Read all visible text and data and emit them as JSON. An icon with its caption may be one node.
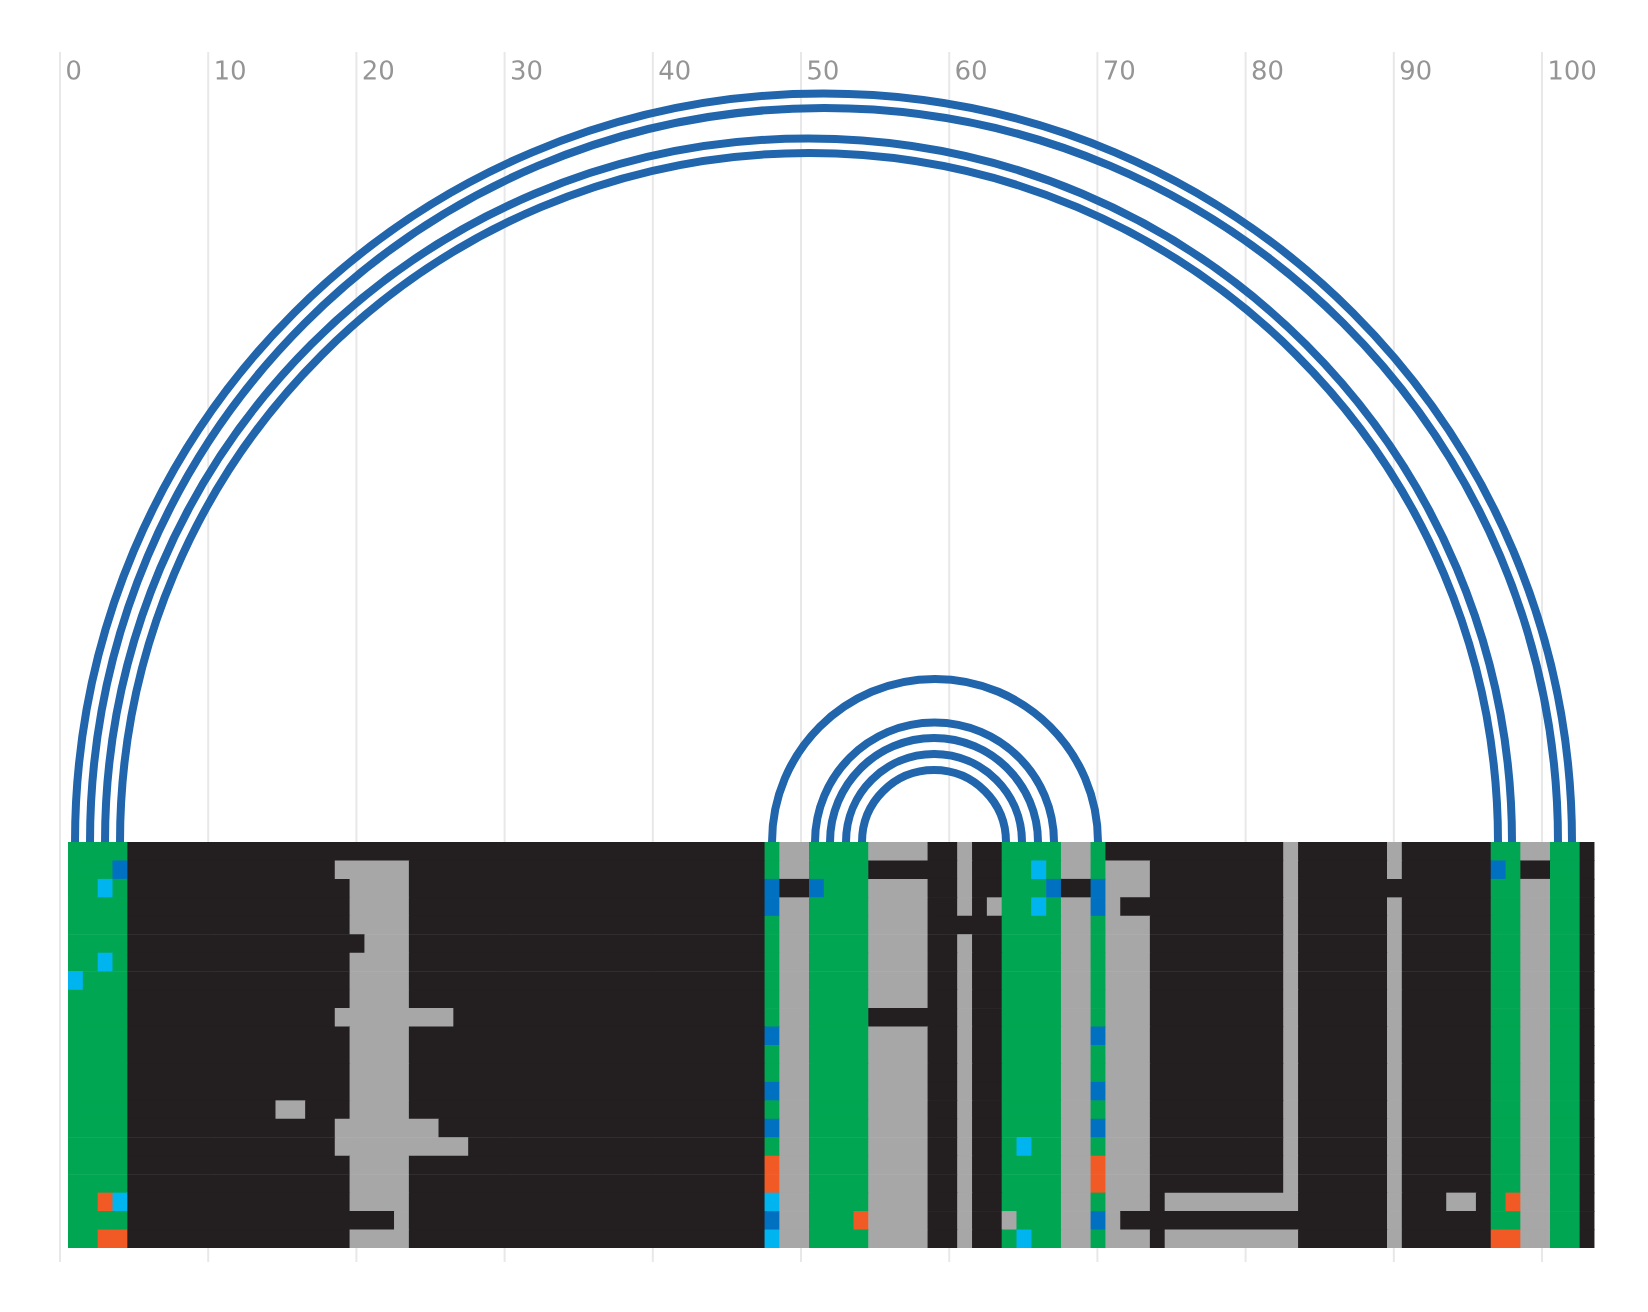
{
  "diagram": {
    "labels": [
      "0",
      "10",
      "20",
      "30",
      "40",
      "50",
      "60",
      "70",
      "80",
      "90",
      "100"
    ]
  }
}
